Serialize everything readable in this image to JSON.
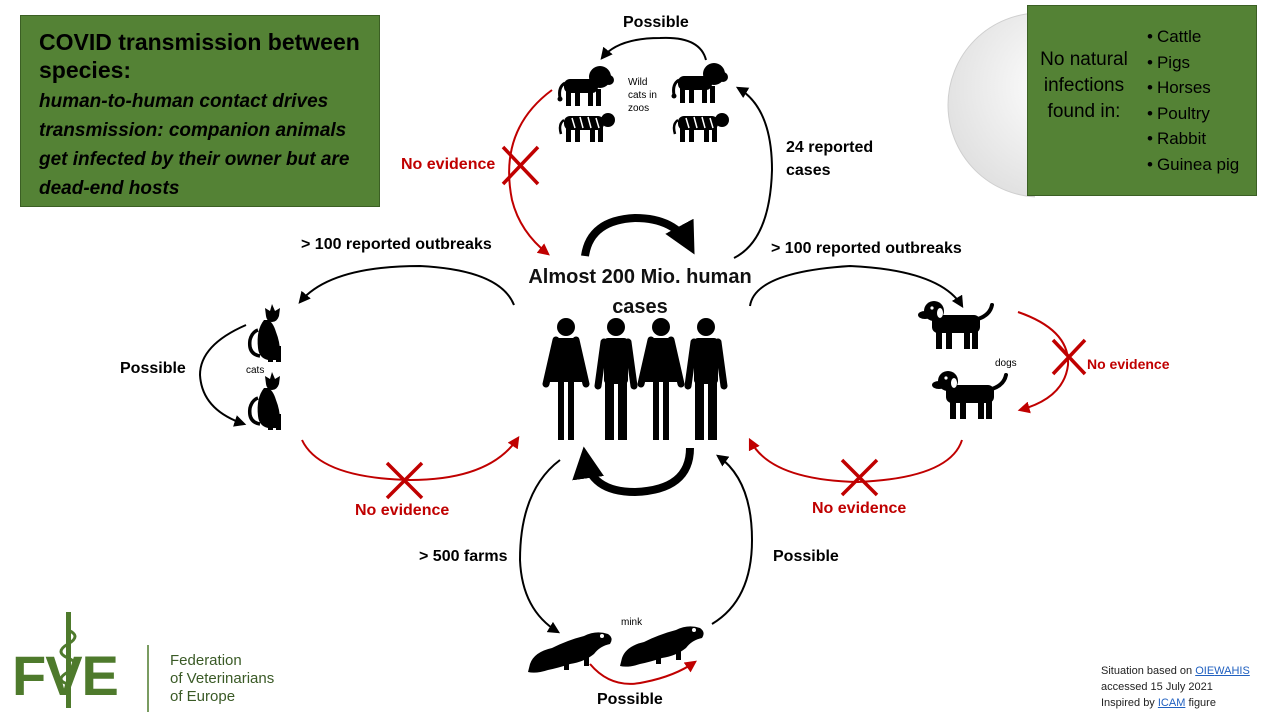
{
  "title": {
    "main": "COVID transmission between species:",
    "subtitle": "human-to-human contact drives transmission: companion animals get infected by their owner but are dead-end hosts"
  },
  "no_infections": {
    "label": "No natural infections found in:",
    "animals": [
      "Cattle",
      "Pigs",
      "Horses",
      "Poultry",
      "Rabbit",
      "Guinea pig"
    ]
  },
  "center": {
    "label": "Almost 200 Mio. human cases"
  },
  "wild_cats": {
    "caption": "Wild cats in zoos",
    "between_label": "Possible",
    "to_humans_label": "No evidence",
    "from_humans_label": "24 reported cases"
  },
  "cats": {
    "caption": "cats",
    "from_humans_label": "> 100 reported outbreaks",
    "between_label": "Possible",
    "to_humans_label": "No evidence"
  },
  "dogs": {
    "caption": "dogs",
    "from_humans_label": "> 100 reported outbreaks",
    "between_label": "No evidence",
    "to_humans_label": "No evidence"
  },
  "mink": {
    "caption": "mink",
    "from_humans_label": "> 500 farms",
    "to_humans_label": "Possible",
    "between_label": "Possible"
  },
  "logo": {
    "acronym": "FVE",
    "name_lines": [
      "Federation",
      "of Veterinarians",
      "of Europe"
    ]
  },
  "credit": {
    "prefix": "Situation based on",
    "link1": "OIE",
    "link2": "WAHIS",
    "line2": "accessed 15 July 2021",
    "inspired_prefix": "Inspired by",
    "link3": "ICAM",
    "inspired_suffix": "figure"
  },
  "colors": {
    "green_box": "#548235",
    "red": "#c00000",
    "logo_green": "#4e7a2c"
  }
}
